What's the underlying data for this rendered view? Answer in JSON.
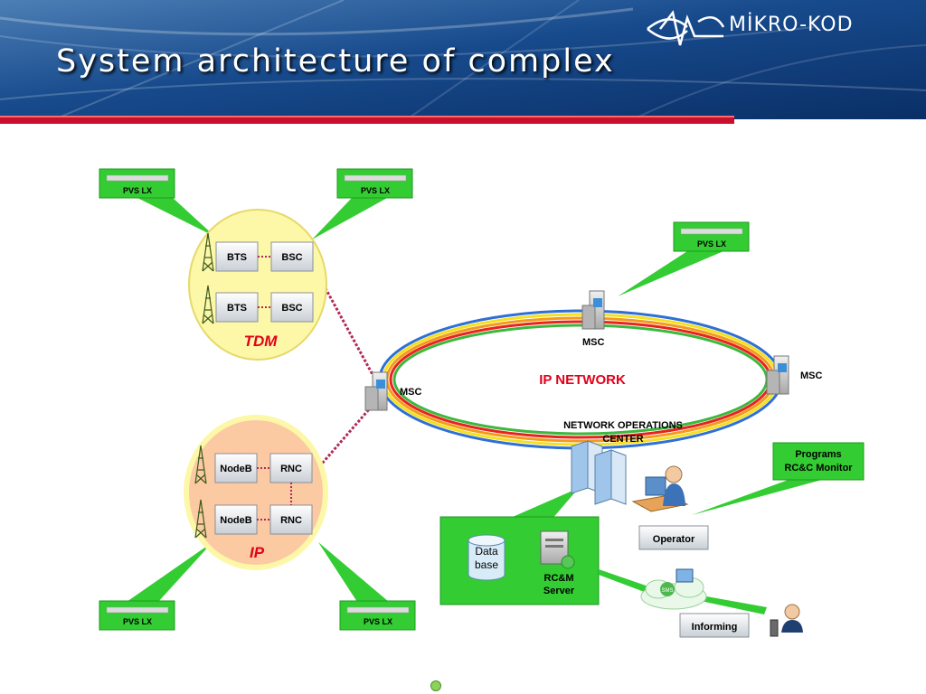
{
  "header": {
    "title": "System architecture of complex",
    "logo_text": "MİKRO-KOD"
  },
  "diagram": {
    "pvs_label": "PVS LX",
    "tdm": {
      "label": "TDM",
      "bts": "BTS",
      "bsc": "BSC"
    },
    "ip_access": {
      "label": "IP",
      "nodeb": "NodeB",
      "rnc": "RNC"
    },
    "msc_label": "MSC",
    "ip_network": "IP NETWORK",
    "noc": [
      "NETWORK OPERATIONS",
      "CENTER"
    ],
    "database": [
      "Data",
      "base"
    ],
    "rcm_server": [
      "RC&M",
      "Server"
    ],
    "operator": "Operator",
    "programs": [
      "Programs",
      "RC&C Monitor"
    ],
    "informing": "Informing",
    "sms": "SMS"
  },
  "colors": {
    "header_blue": "#0d3a78",
    "red_stripe": "#c8102e",
    "callout_green": "#33cc33",
    "tdm_yellow": "#fdf7a8",
    "ip_orange": "#fbc9a2",
    "accent_red": "#e2001a"
  }
}
